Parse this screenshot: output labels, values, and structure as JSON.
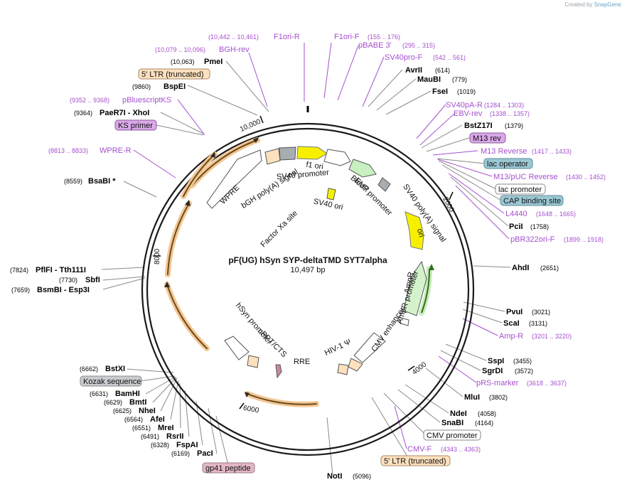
{
  "watermark": {
    "prefix": "Created by",
    "brand": "SnapGene"
  },
  "plasmid": {
    "name": "pF(UG) hSyn SYP-deltaTMD SYT7alpha",
    "length": "10,497 bp",
    "total_bp": 10497
  },
  "colors": {
    "site": "#000000",
    "primer": "#a64fcf",
    "leader": "#8a8a8a",
    "map_ring": "#1a1a1a",
    "orange_box": "#fde0bd",
    "gray_box": "#c8ccd0",
    "purple_box": "#d9a8e8",
    "teal_box": "#9cc8d4",
    "white_box": "#ffffff",
    "mauve_box": "#e3b7c6"
  },
  "ticks": [
    "2000",
    "4000",
    "6000",
    "8000",
    "10,000"
  ],
  "enzymes_left": [
    {
      "name": "PmeI",
      "coord": "(10,063)"
    },
    {
      "name": "BspEI",
      "coord": "(9860)"
    },
    {
      "name": "PaeR7I  -  XhoI",
      "coord": "(9364)"
    },
    {
      "name": "BsaBI *",
      "coord": "(8559)"
    },
    {
      "name": "PflFI  -  Tth111I",
      "coord": "(7824)"
    },
    {
      "name": "SbfI",
      "coord": "(7730)"
    },
    {
      "name": "BsmBI  -  Esp3I",
      "coord": "(7659)"
    },
    {
      "name": "BstXI",
      "coord": "(6662)"
    },
    {
      "name": "BamHI",
      "coord": "(6631)"
    },
    {
      "name": "BmtI",
      "coord": "(6629)"
    },
    {
      "name": "NheI",
      "coord": "(6625)"
    },
    {
      "name": "AfeI",
      "coord": "(6564)"
    },
    {
      "name": "MreI",
      "coord": "(6551)"
    },
    {
      "name": "RsrII",
      "coord": "(6491)"
    },
    {
      "name": "FspAI",
      "coord": "(6328)"
    },
    {
      "name": "PacI",
      "coord": "(6169)"
    }
  ],
  "enzymes_right": [
    {
      "name": "AvrII",
      "coord": "(614)"
    },
    {
      "name": "MauBI",
      "coord": "(779)"
    },
    {
      "name": "FseI",
      "coord": "(1019)"
    },
    {
      "name": "BstZ17I",
      "coord": "(1379)"
    },
    {
      "name": "PciI",
      "coord": "(1758)"
    },
    {
      "name": "AhdI",
      "coord": "(2651)"
    },
    {
      "name": "PvuI",
      "coord": "(3021)"
    },
    {
      "name": "ScaI",
      "coord": "(3131)"
    },
    {
      "name": "SspI",
      "coord": "(3455)"
    },
    {
      "name": "SgrDI",
      "coord": "(3572)"
    },
    {
      "name": "MluI",
      "coord": "(3802)"
    },
    {
      "name": "NdeI",
      "coord": "(4058)"
    },
    {
      "name": "SnaBI",
      "coord": "(4164)"
    },
    {
      "name": "NotI",
      "coord": "(5096)"
    }
  ],
  "primers": [
    {
      "name": "F1ori-R",
      "coord": "(10,442 .. 10,461)"
    },
    {
      "name": "BGH-rev",
      "coord": "(10,079 .. 10,096)"
    },
    {
      "name": "pBluescriptKS",
      "coord": "(9352 .. 9368)"
    },
    {
      "name": "WPRE-R",
      "coord": "(8813 .. 8833)"
    },
    {
      "name": "F1ori-F",
      "coord": "(155 .. 176)"
    },
    {
      "name": "pBABE 3'",
      "coord": "(295 .. 315)"
    },
    {
      "name": "SV40pro-F",
      "coord": "(542 .. 561)"
    },
    {
      "name": "SV40pA-R",
      "coord": "(1284 .. 1303)"
    },
    {
      "name": "EBV-rev",
      "coord": "(1338 .. 1357)"
    },
    {
      "name": "M13 Reverse",
      "coord": "(1417 .. 1433)"
    },
    {
      "name": "M13/pUC Reverse",
      "coord": "(1430 .. 1452)"
    },
    {
      "name": "L4440",
      "coord": "(1648 .. 1665)"
    },
    {
      "name": "pBR322ori-F",
      "coord": "(1899 .. 1918)"
    },
    {
      "name": "Amp-R",
      "coord": "(3201 .. 3220)"
    },
    {
      "name": "pRS-marker",
      "coord": "(3618 .. 3637)"
    },
    {
      "name": "CMV-F",
      "coord": "(4343 .. 4363)"
    }
  ],
  "boxed_labels": {
    "ltr_top": "5' LTR (truncated)",
    "ks_primer": "KS primer",
    "m13_rev": "M13 rev",
    "lac_operator": "lac operator",
    "lac_promoter": "lac promoter",
    "cap_binding": "CAP binding site",
    "kozak": "Kozak sequence",
    "gp41": "gp41 peptide",
    "cmv_promoter": "CMV promoter",
    "ltr_bottom": "5' LTR (truncated)"
  },
  "inner_features": {
    "f1_ori": "f1 ori",
    "sv40_promoter": "SV40 promoter",
    "bgh": "bGH poly(A) signal",
    "wpre": "WPRE",
    "factor_xa": "Factor Xa site",
    "sv40_ori": "SV40 ori",
    "bleor": "BleoR",
    "em7": "EM7 promoter",
    "sv40_polya": "SV40 poly(A) signal",
    "ori": "ori",
    "ampr": "AmpR",
    "ampr_promoter": "AmpR promoter",
    "cmv_enhancer": "CMV enhancer",
    "hiv": "HIV-1 Ψ",
    "rre": "RRE",
    "cppt": "cPPT/CTS",
    "hsyn": "hSyn promoter"
  }
}
